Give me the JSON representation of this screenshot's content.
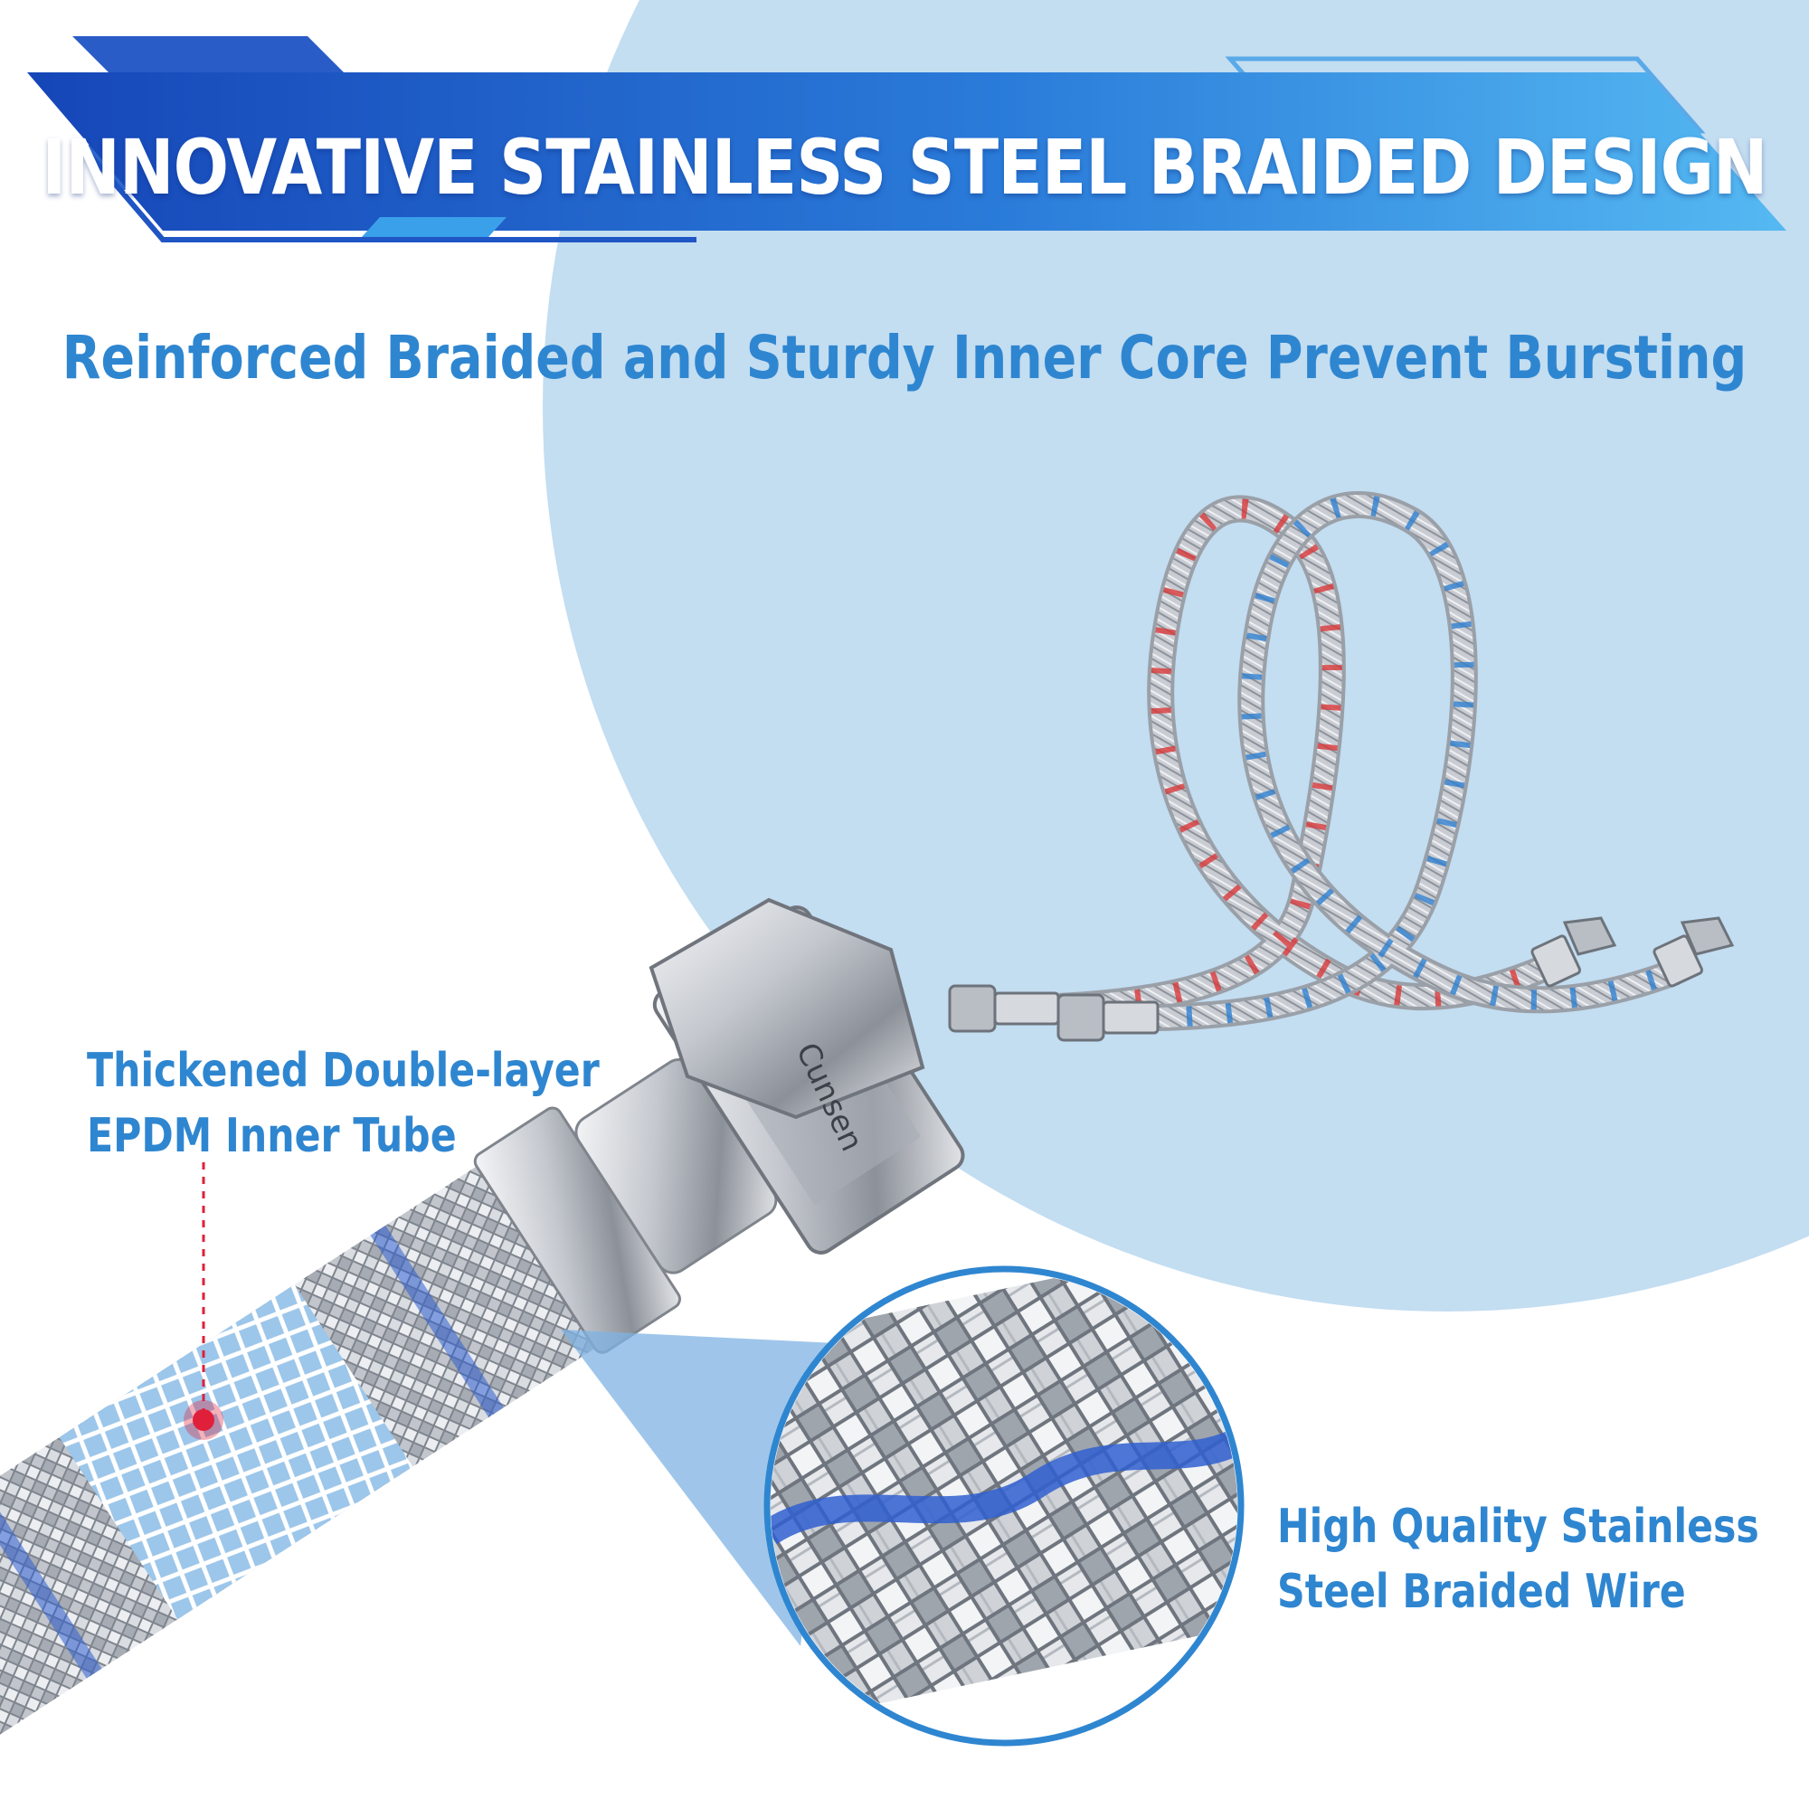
{
  "banner": {
    "title": "INNOVATIVE STAINLESS STEEL BRAIDED DESIGN"
  },
  "subtitle": "Reinforced Braided and Sturdy Inner Core Prevent Bursting",
  "callouts": {
    "inner_tube": {
      "line1": "Thickened Double-layer",
      "line2": "EPDM Inner Tube"
    },
    "braided_wire": {
      "line1": "High Quality Stainless",
      "line2": "Steel Braided Wire"
    }
  },
  "product": {
    "nut_brand_engraving": "Cunsen"
  },
  "colors": {
    "banner_dark": "#1a56c4",
    "banner_light": "#4fb2ef",
    "background_circle": "#c3ddf1",
    "accent_text": "#2f86d0",
    "marker_red": "#e0203a",
    "braid_blue_stripe": "#2f5fd0",
    "braid_red_stripe": "#d8383a"
  }
}
